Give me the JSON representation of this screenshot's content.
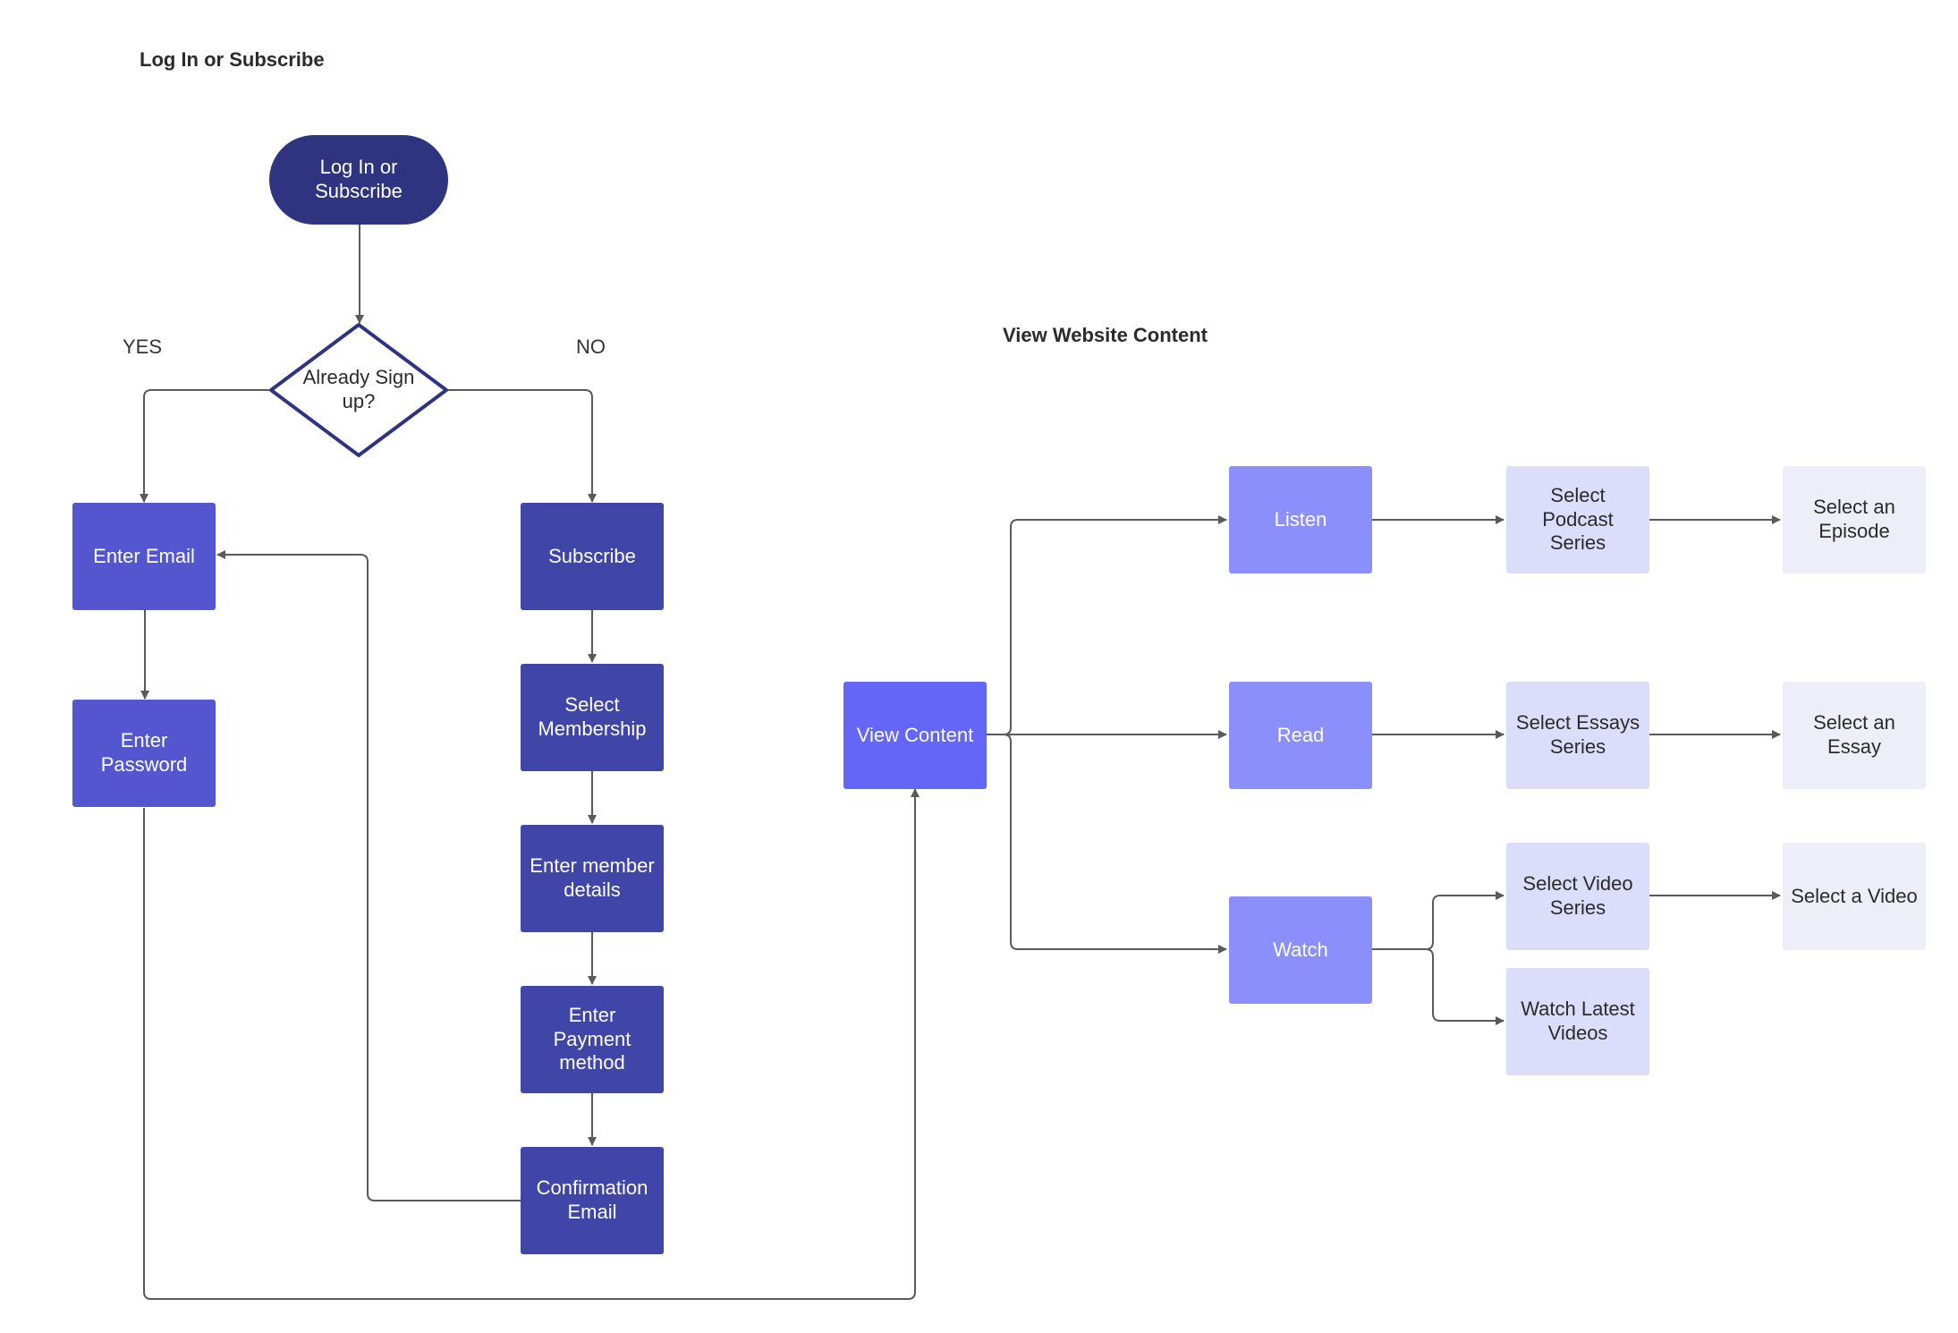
{
  "sections": {
    "login_title": "Log In or Subscribe",
    "content_title": "View Website Content"
  },
  "branches": {
    "yes": "YES",
    "no": "NO"
  },
  "nodes": {
    "start": "Log In or Subscribe",
    "decision": "Already Sign up?",
    "enter_email": "Enter Email",
    "enter_password": "Enter Password",
    "subscribe": "Subscribe",
    "select_membership": "Select Membership",
    "enter_member_details": "Enter member details",
    "enter_payment_method": "Enter Payment method",
    "confirmation_email": "Confirmation Email",
    "view_content": "View Content",
    "listen": "Listen",
    "read": "Read",
    "watch": "Watch",
    "select_podcast_series": "Select Podcast Series",
    "select_essays_series": "Select Essays Series",
    "select_video_series": "Select Video Series",
    "watch_latest_videos": "Watch Latest Videos",
    "select_an_episode": "Select an Episode",
    "select_an_essay": "Select an Essay",
    "select_a_video": "Select a Video"
  },
  "colors": {
    "terminal": "#2f3480",
    "login_steps": "#5456cf",
    "subscribe_steps": "#4045a8",
    "view_content": "#6366f6",
    "content_level1": "#8a8ffb",
    "content_level2": "#dcdcfb",
    "content_level3": "#eeeef8",
    "connector": "#5a5a5a"
  }
}
